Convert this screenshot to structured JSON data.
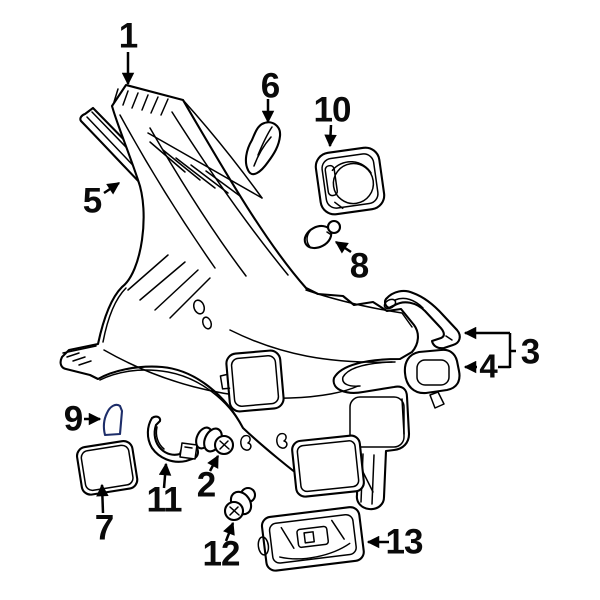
{
  "diagram": {
    "description": "Exploded parts diagram of a rear quarter panel assembly",
    "colors": {
      "background": "#ffffff",
      "line": "#000000",
      "highlight": "#4a6fc9",
      "highlight_stroke": "#1d2d69"
    },
    "callouts": [
      {
        "label": "1"
      },
      {
        "label": "2"
      },
      {
        "label": "3"
      },
      {
        "label": "4"
      },
      {
        "label": "5"
      },
      {
        "label": "6"
      },
      {
        "label": "7"
      },
      {
        "label": "8"
      },
      {
        "label": "9"
      },
      {
        "label": "10"
      },
      {
        "label": "11"
      },
      {
        "label": "12"
      },
      {
        "label": "13"
      }
    ]
  }
}
